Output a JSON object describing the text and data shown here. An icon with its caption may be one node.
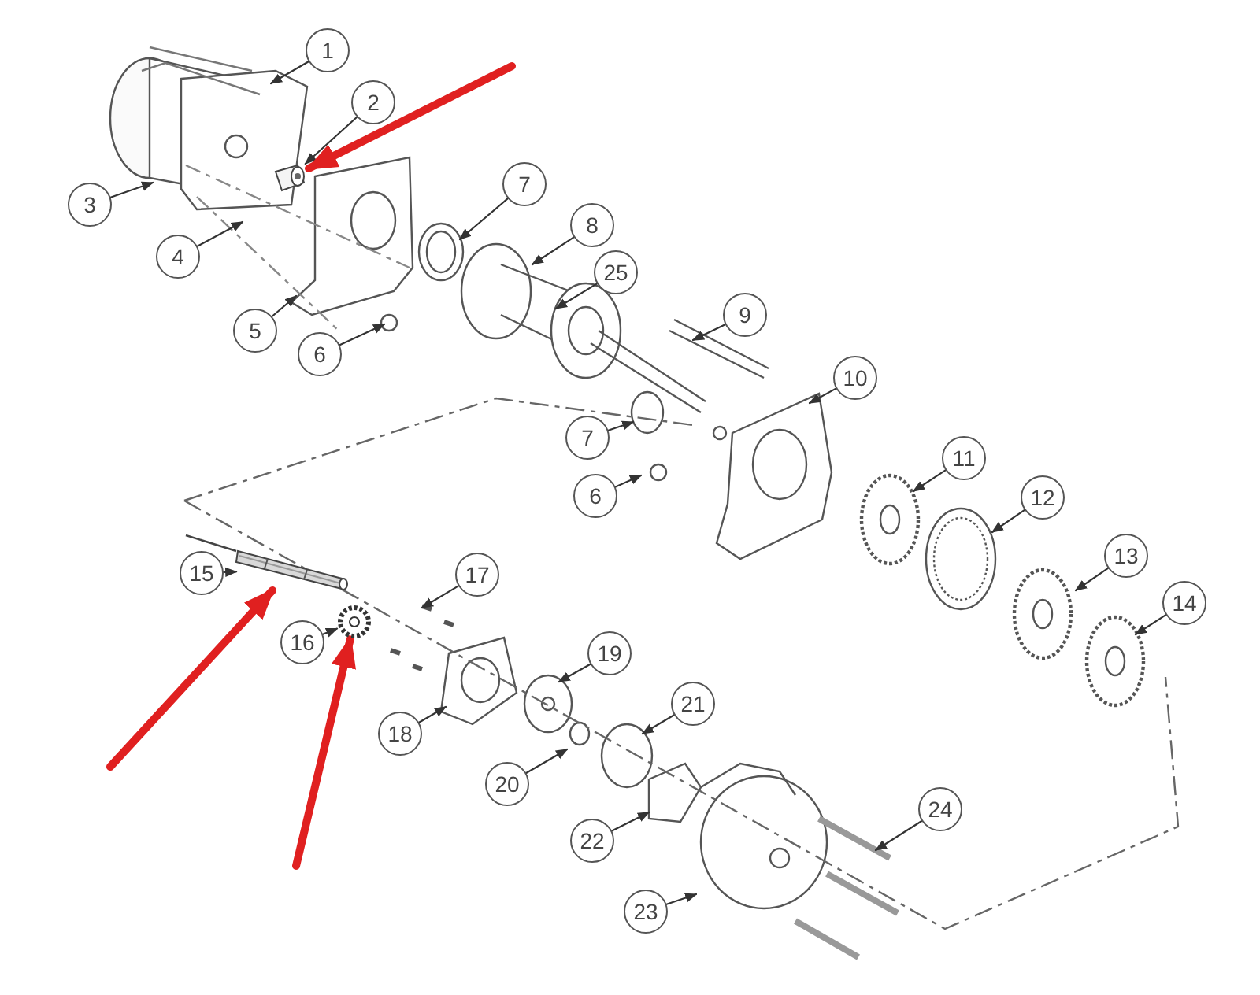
{
  "diagram": {
    "nodes": [
      {
        "text": [
          "1"
        ]
      },
      {
        "text": [
          "2"
        ]
      },
      {
        "text": [
          "3"
        ]
      },
      {
        "text": [
          "4"
        ]
      },
      {
        "text": [
          "5"
        ]
      },
      {
        "text": [
          "6"
        ]
      },
      {
        "text": [
          "7"
        ]
      },
      {
        "text": [
          "8"
        ]
      },
      {
        "text": [
          "25"
        ]
      },
      {
        "text": [
          "9"
        ]
      },
      {
        "text": [
          "10"
        ]
      },
      {
        "text": [
          "7"
        ]
      },
      {
        "text": [
          "6"
        ]
      },
      {
        "text": [
          "11"
        ]
      },
      {
        "text": [
          "12"
        ]
      },
      {
        "text": [
          "13"
        ]
      },
      {
        "text": [
          "14"
        ]
      },
      {
        "text": [
          "15"
        ]
      },
      {
        "text": [
          "17"
        ]
      },
      {
        "text": [
          "16"
        ]
      },
      {
        "text": [
          "19"
        ]
      },
      {
        "text": [
          "18"
        ]
      },
      {
        "text": [
          "21"
        ]
      },
      {
        "text": [
          "20"
        ]
      },
      {
        "text": [
          "22"
        ]
      },
      {
        "text": [
          "24"
        ]
      },
      {
        "text": [
          "23"
        ]
      },
      {
        "text": [],
        "shape": "picture"
      },
      {
        "text": [],
        "shape": "picture"
      },
      {
        "text": [],
        "shape": "picture"
      }
    ],
    "edges": [
      {
        "from": 0,
        "to": null,
        "arrow": "to"
      },
      {
        "from": 1,
        "to": 27,
        "arrow": "to"
      },
      {
        "from": 2,
        "to": null,
        "arrow": "to"
      },
      {
        "from": 3,
        "to": null,
        "arrow": "to"
      },
      {
        "from": 4,
        "to": null,
        "arrow": "to"
      },
      {
        "from": 5,
        "to": null,
        "arrow": "to"
      },
      {
        "from": 6,
        "to": null,
        "arrow": "to"
      },
      {
        "from": 7,
        "to": null,
        "arrow": "to"
      },
      {
        "from": 8,
        "to": null,
        "arrow": "to"
      },
      {
        "from": 9,
        "to": null,
        "arrow": "to"
      },
      {
        "from": 10,
        "to": null,
        "arrow": "to"
      },
      {
        "from": 11,
        "to": null,
        "arrow": "to"
      },
      {
        "from": 12,
        "to": null,
        "arrow": "to"
      },
      {
        "from": 13,
        "to": null,
        "arrow": "to"
      },
      {
        "from": 14,
        "to": null,
        "arrow": "to"
      },
      {
        "from": 15,
        "to": null,
        "arrow": "to"
      },
      {
        "from": 16,
        "to": null,
        "arrow": "to"
      },
      {
        "from": 17,
        "to": 28,
        "arrow": "to"
      },
      {
        "from": 18,
        "to": null,
        "arrow": "to"
      },
      {
        "from": 19,
        "to": 29,
        "arrow": "to"
      },
      {
        "from": 20,
        "to": null,
        "arrow": "to"
      },
      {
        "from": 21,
        "to": null,
        "arrow": "to"
      },
      {
        "from": 22,
        "to": null,
        "arrow": "to"
      },
      {
        "from": 23,
        "to": null,
        "arrow": "to"
      },
      {
        "from": 24,
        "to": null,
        "arrow": "to"
      },
      {
        "from": 25,
        "to": null,
        "arrow": "to"
      },
      {
        "from": 26,
        "to": null,
        "arrow": "to"
      },
      {
        "from": null,
        "to": 27,
        "arrow": "to",
        "style": "thick",
        "color": "#e02020"
      },
      {
        "from": null,
        "to": 28,
        "arrow": "to",
        "style": "thick",
        "color": "#e02020"
      },
      {
        "from": null,
        "to": 29,
        "arrow": "to",
        "style": "thick",
        "color": "#e02020"
      }
    ]
  }
}
